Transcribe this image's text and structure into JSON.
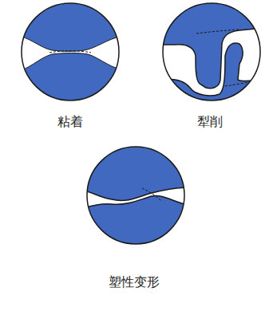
{
  "diagram": {
    "labels": [
      "粘着",
      "犁削",
      "塑性变形"
    ]
  }
}
